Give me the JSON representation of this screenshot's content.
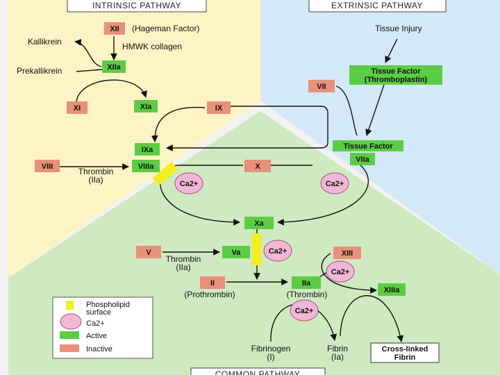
{
  "headers": {
    "intrinsic": "INTRINSIC PATHWAY",
    "extrinsic": "EXTRINSIC PATHWAY",
    "common": "COMMON PATHWAY"
  },
  "factors": {
    "xii": "XII",
    "xiia": "XIIa",
    "xi": "XI",
    "xia": "XIa",
    "ix": "IX",
    "ixa": "IXa",
    "viii": "VIII",
    "viiia": "VIIIa",
    "x": "X",
    "xa": "Xa",
    "v": "V",
    "va": "Va",
    "ii": "II",
    "iia": "IIa",
    "xiii": "XIII",
    "xiiia": "XIIIa",
    "vii": "VII",
    "viia": "VIIa",
    "tissue_factor_long": "Tissue Factor\n(Thromboplastin)",
    "tissue_factor": "Tissue Factor",
    "cross_linked": "Cross-linked\nFibrin"
  },
  "labels": {
    "hageman": "(Hageman Factor)",
    "hmwk": "HMWK collagen",
    "kallikrein": "Kallikrein",
    "prekallikrein": "Prekallikrein",
    "tissue_injury": "Tissue Injury",
    "thrombin_iia_1": "Thrombin\n(IIa)",
    "thrombin_iia_2": "Thrombin\n(IIa)",
    "prothrombin": "(Prothrombin)",
    "thrombin": "(Thrombin)",
    "fibrinogen": "Fibrinogen\n(I)",
    "fibrin": "Fibrin\n(Ia)"
  },
  "calcium": "Ca2+",
  "legend": {
    "phospholipid": "Phospholipid\nsurface",
    "calcium": "Ca2+",
    "active": "Active",
    "inactive": "Inactive"
  },
  "colors": {
    "intrinsic_bg": "#fdf3c4",
    "extrinsic_bg": "#d3e9f7",
    "common_bg": "#cfe9c1",
    "active": "#5ccc44",
    "inactive": "#e8907a",
    "calcium": "#f3b7d6",
    "phospholipid": "#f5ee1e"
  }
}
